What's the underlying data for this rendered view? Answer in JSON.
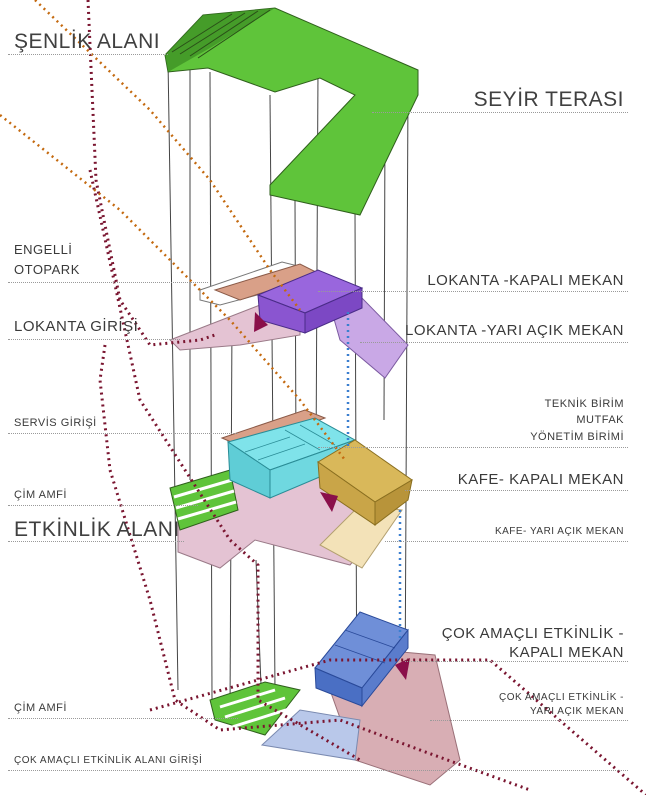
{
  "labels": {
    "senlik_alani": "ŞENLİK ALANI",
    "seyir_terasi": "SEYİR TERASI",
    "engelli_otopark_1": "ENGELLİ",
    "engelli_otopark_2": "OTOPARK",
    "lokanta_kapali": "LOKANTA -KAPALI MEKAN",
    "lokanta_girisi": "LOKANTA GİRİŞİ",
    "lokanta_yari_acik": "LOKANTA -YARI AÇIK MEKAN",
    "teknik_birim": "TEKNİK BİRİM",
    "mutfak": "MUTFAK",
    "yonetim_birimi": "YÖNETİM BİRİMİ",
    "servis_girisi": "SERVİS GİRİŞİ",
    "kafe_kapali": "KAFE- KAPALI MEKAN",
    "cim_amfi_top": "ÇİM AMFİ",
    "etkinlik_alani": "ETKİNLİK ALANI",
    "kafe_yari_acik": "KAFE- YARI AÇIK MEKAN",
    "cok_amacli_kapali_1": "ÇOK AMAÇLI ETKİNLİK -",
    "cok_amacli_kapali_2": "KAPALI MEKAN",
    "cim_amfi_bottom": "ÇİM AMFİ",
    "cok_amacli_yari_acik_1": "ÇOK AMAÇLI ETKİNLİK -",
    "cok_amacli_yari_acik_2": "YARI AÇIK MEKAN",
    "cok_amacli_girisi": "ÇOK AMAÇLI ETKİNLİK ALANI GİRİŞİ"
  },
  "colors": {
    "green": "#5fc43a",
    "green_dark": "#3a8c22",
    "purple": "#9966dd",
    "purple_light": "#c9a8e6",
    "pink": "#e4c3d3",
    "salmon": "#d9a088",
    "cyan": "#7fe3ea",
    "gold": "#d9b85a",
    "cream": "#f3e2b8",
    "blue": "#4a6fc4",
    "blue_light": "#b9c8ea",
    "rose": "#d8aeb4",
    "path_maroon": "#7a1530",
    "path_orange": "#c46a10",
    "path_blue": "#3a7fd0",
    "arrow": "#8a0f4a"
  }
}
